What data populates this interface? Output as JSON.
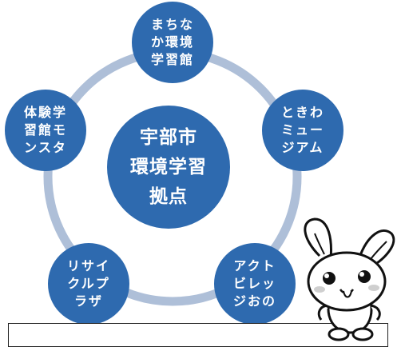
{
  "diagram": {
    "center": {
      "label": "宇部市\n環境学習\n拠点"
    },
    "nodes": {
      "top": "まちな\nか環境\n学習館",
      "right": "ときわ\nミュー\nジアム",
      "bottom_right": "アクト\nビレッ\nジおの",
      "bottom_left": "リサイ\nクルプ\nラザ",
      "left": "体験学\n習館モ\nンスタ"
    },
    "colors": {
      "node_fill": "#2e6aaf",
      "ring": "#aebfd8",
      "node_text": "#ffffff",
      "caption_border": "#222222"
    },
    "mascot_icon": "rabbit-mascot-icon"
  }
}
